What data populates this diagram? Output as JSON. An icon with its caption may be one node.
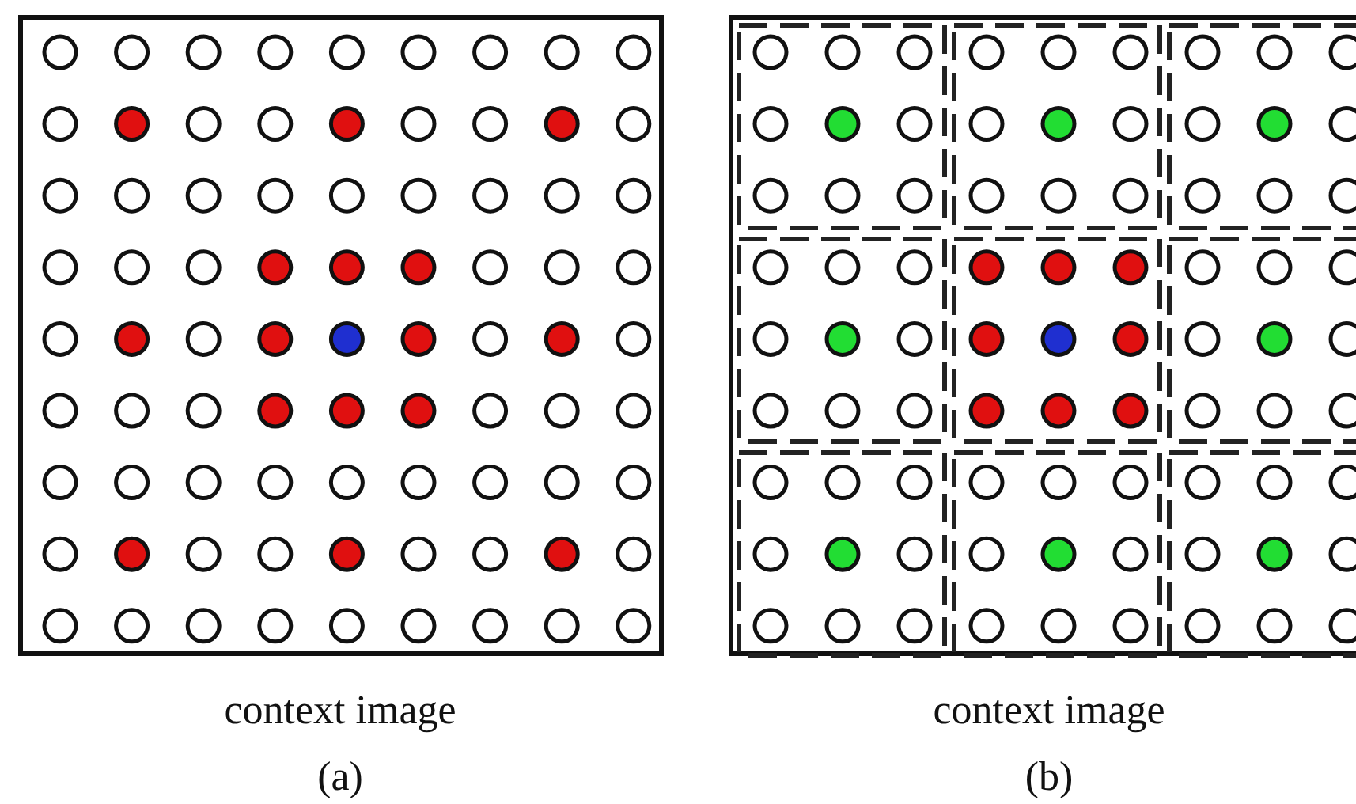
{
  "diagram": {
    "labels": [
      "context image",
      "(a)",
      "context image",
      "(b)"
    ]
  }
}
